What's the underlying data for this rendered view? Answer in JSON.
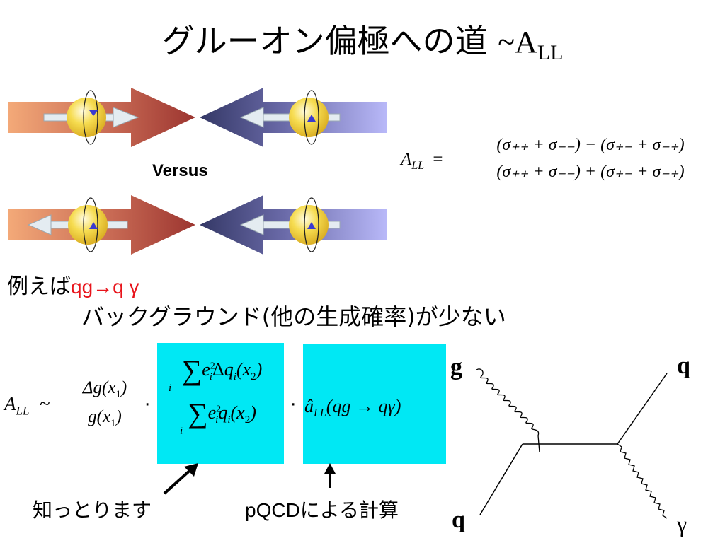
{
  "title": {
    "japanese": "グルーオン偏極への道 ",
    "tilde": "~",
    "symbol": "A",
    "subscript": "LL"
  },
  "spin_figure": {
    "versus_label": "Versus",
    "colors": {
      "left_beam": "#f0a070",
      "left_arrow_head": "#a33c33",
      "right_beam": "#a8a8ee",
      "right_arrow_head": "#3b3f72",
      "proton": "#f2d63a",
      "spin_arrow": "#dfe8ee"
    }
  },
  "asymmetry_formula": {
    "lhs": "A",
    "lhs_sub": "LL",
    "equals": "=",
    "numerator": "(σ₊₊ + σ₋₋) − (σ₊₋ + σ₋₊)",
    "denominator": "(σ₊₊ + σ₋₋) + (σ₊₋ + σ₋₊)"
  },
  "example": {
    "prefix": "例えば",
    "process": "qg→q γ"
  },
  "background_note": "バックグラウンド(他の生成確率)が少ない",
  "all_formula": {
    "lhs": "A",
    "lhs_sub": "LL",
    "approx": "~",
    "gluon_num": "Δg(x",
    "gluon_den": "g(x",
    "x_index_1": "1",
    "x_index_2": "2",
    "sum_num": "e",
    "sum_index": "i",
    "dot": "·",
    "partonic": "â",
    "partonic_process": "(qg → qγ)"
  },
  "annotations": {
    "known": "知っとります",
    "pqcd_latin": "pQCD",
    "pqcd_japanese": "による計算"
  },
  "feynman": {
    "incoming_gluon": "g",
    "incoming_quark": "q",
    "outgoing_quark": "q",
    "outgoing_photon": "γ"
  }
}
